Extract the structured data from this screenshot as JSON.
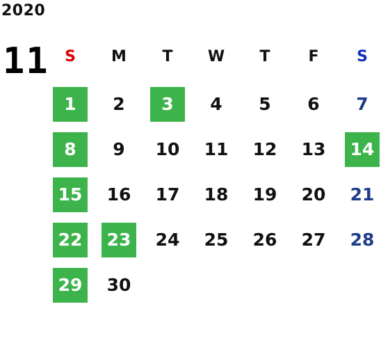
{
  "calendar": {
    "year": "2020",
    "month": "11",
    "weekdays": [
      {
        "label": "S",
        "color": "#e00000"
      },
      {
        "label": "M",
        "color": "#111111"
      },
      {
        "label": "T",
        "color": "#111111"
      },
      {
        "label": "W",
        "color": "#111111"
      },
      {
        "label": "T",
        "color": "#111111"
      },
      {
        "label": "F",
        "color": "#111111"
      },
      {
        "label": "S",
        "color": "#1030c0"
      }
    ],
    "first_weekday_index": 0,
    "days_in_month": 30,
    "highlighted_days": [
      1,
      3,
      8,
      14,
      15,
      22,
      23,
      29
    ],
    "colors": {
      "highlight_bg": "#3cb44b",
      "highlight_text": "#ffffff",
      "saturday_text": "#1f3c8a",
      "default_text": "#111111"
    }
  }
}
